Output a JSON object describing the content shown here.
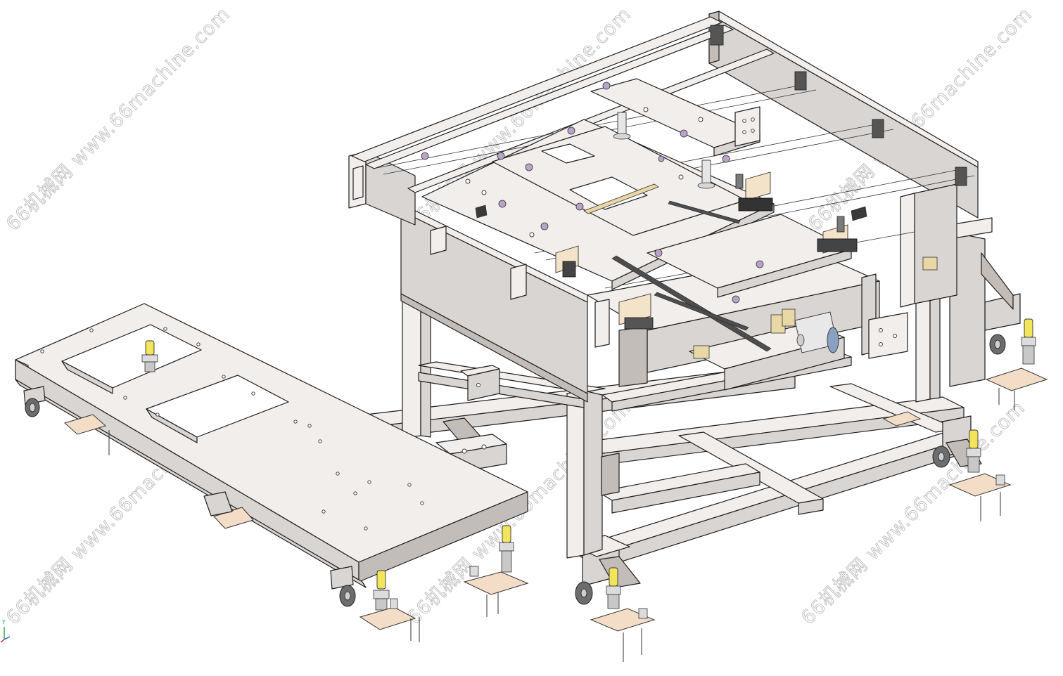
{
  "watermarks": [
    {
      "text": "66机械网 www.66machine.com"
    },
    {
      "text": "66机械网 www.66machine.com"
    },
    {
      "text": "66机械网 www.66machine.com"
    },
    {
      "text": "66机械网 www.66machine.com"
    },
    {
      "text": "66机械网 www.66machine.com"
    },
    {
      "text": "66机械网 www.66machine.com"
    }
  ],
  "triad": {
    "y_label": "Y",
    "color_x": "#2060d0",
    "color_y": "#20a040",
    "color_z": "#d02020"
  },
  "colors": {
    "frame_top": "#f1eeec",
    "frame_side": "#d9d5d2",
    "frame_dark": "#c2bdb9",
    "outline": "#1e1e1e",
    "bolt": "#b9a3c9",
    "leveler": "#f2e55a",
    "pad": "#f4ddc6"
  }
}
